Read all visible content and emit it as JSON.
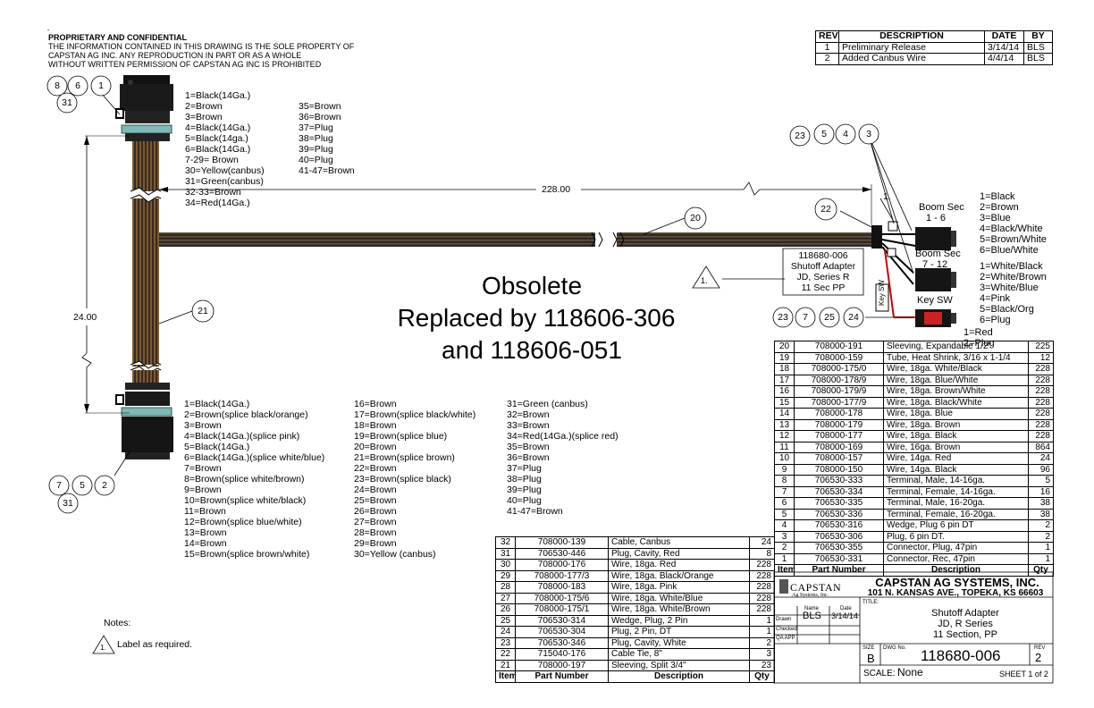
{
  "confidential": {
    "heading": "PROPRIETARY AND CONFIDENTIAL",
    "lines": [
      "THE INFORMATION CONTAINED IN THIS DRAWING IS THE SOLE PROPERTY OF",
      "CAPSTAN AG INC. ANY REPRODUCTION IN PART OR AS A WHOLE",
      "WITHOUT WRITTEN PERMISSION OF CAPSTAN AG INC IS PROHIBITED"
    ]
  },
  "revisions": {
    "headers": [
      "REV",
      "DESCRIPTION",
      "DATE",
      "BY"
    ],
    "rows": [
      [
        "1",
        "Preliminary Release",
        "3/14/14",
        "BLS"
      ],
      [
        "2",
        "Added Canbus Wire",
        "4/4/14",
        "BLS"
      ]
    ]
  },
  "top_connector_pins": {
    "col1": [
      "1=Black(14Ga.)",
      "2=Brown",
      "3=Brown",
      "4=Black(14Ga.)",
      "5=Black(14ga.)",
      "6=Black(14Ga.)",
      "7-29= Brown",
      "30=Yellow(canbus)",
      "31=Green(canbus)",
      "32-33=Brown",
      "34=Red(14Ga.)"
    ],
    "col2": [
      "35=Brown",
      "36=Brown",
      "37=Plug",
      "38=Plug",
      "39=Plug",
      "40=Plug",
      "41-47=Brown"
    ]
  },
  "bottom_connector_pins": {
    "col1": [
      "1=Black(14Ga.)",
      "2=Brown(splice black/orange)",
      "3=Brown",
      "4=Black(14Ga.)(splice pink)",
      "5=Black(14Ga.)",
      "6=Black(14Ga.)(splice white/blue)",
      "7=Brown",
      "8=Brown(splice white/brown)",
      "9=Brown",
      "10=Brown(splice white/black)",
      "11=Brown",
      "12=Brown(splice blue/white)",
      "13=Brown",
      "14=Brown",
      "15=Brown(splice brown/white)"
    ],
    "col2": [
      "16=Brown",
      "17=Brown(splice black/white)",
      "18=Brown",
      "19=Brown(splice blue)",
      "20=Brown",
      "21=Brown(splice brown)",
      "22=Brown",
      "23=Brown(splice black)",
      "24=Brown",
      "25=Brown",
      "26=Brown",
      "27=Brown",
      "28=Brown",
      "29=Brown",
      "30=Yellow (canbus)"
    ],
    "col3": [
      "31=Green (canbus)",
      "32=Brown",
      "33=Brown",
      "34=Red(14Ga.)(splice red)",
      "35=Brown",
      "36=Brown",
      "37=Plug",
      "38=Plug",
      "39=Plug",
      "40=Plug",
      "41-47=Brown"
    ]
  },
  "boom_sec_1": {
    "label": "Boom Sec",
    "range": "1 - 6",
    "pins": [
      "1=Black",
      "2=Brown",
      "3=Blue",
      "4=Black/White",
      "5=Brown/White",
      "6=Blue/White"
    ]
  },
  "boom_sec_2": {
    "label": "Boom Sec",
    "range": "7 - 12",
    "pins": [
      "1=White/Black",
      "2=White/Brown",
      "3=White/Blue",
      "4=Pink",
      "5=Black/Org",
      "6=Plug"
    ]
  },
  "key_sw": {
    "label": "Key SW",
    "vertical": "Key SW",
    "pins": [
      "1=Red",
      "2=Plug"
    ]
  },
  "dimensions": {
    "length": "228.00",
    "height": "24.00"
  },
  "balloons": {
    "top_left": [
      "8",
      "6",
      "1",
      "31"
    ],
    "bottom_left": [
      "7",
      "5",
      "2",
      "31"
    ],
    "top_right": [
      "23",
      "5",
      "4",
      "3"
    ],
    "bottom_right": [
      "23",
      "7",
      "25",
      "24"
    ],
    "b20": "20",
    "b21": "21",
    "b22": "22"
  },
  "note_flag": "1.",
  "flag_label": "1.",
  "adapter_label": [
    "118680-006",
    "Shutoff Adapter",
    "JD, Series R",
    "11 Sec PP"
  ],
  "obsolete": [
    "Obsolete",
    "Replaced by 118606-306",
    "and 118606-051"
  ],
  "notes": {
    "heading": "Notes:",
    "item": "Label as required.",
    "num": "1."
  },
  "bom_right": {
    "headers": [
      "Item",
      "Part Number",
      "Description",
      "Qty"
    ],
    "rows": [
      [
        "20",
        "708000-191",
        "Sleeving, Expandable 1/2\"",
        "225"
      ],
      [
        "19",
        "708000-159",
        "Tube, Heat Shrink, 3/16 x 1-1/4",
        "12"
      ],
      [
        "18",
        "708000-175/0",
        "Wire, 18ga. White/Black",
        "228"
      ],
      [
        "17",
        "708000-178/9",
        "Wire, 18ga. Blue/White",
        "228"
      ],
      [
        "16",
        "708000-179/9",
        "Wire, 18ga. Brown/White",
        "228"
      ],
      [
        "15",
        "708000-177/9",
        "Wire, 18ga. Black/White",
        "228"
      ],
      [
        "14",
        "708000-178",
        "Wire, 18ga. Blue",
        "228"
      ],
      [
        "13",
        "708000-179",
        "Wire, 18ga. Brown",
        "228"
      ],
      [
        "12",
        "708000-177",
        "Wire, 18ga. Black",
        "228"
      ],
      [
        "11",
        "708000-169",
        "Wire, 16ga. Brown",
        "864"
      ],
      [
        "10",
        "708000-157",
        "Wire, 14ga. Red",
        "24"
      ],
      [
        "9",
        "708000-150",
        "Wire, 14ga. Black",
        "96"
      ],
      [
        "8",
        "706530-333",
        "Terminal, Male, 14-16ga.",
        "5"
      ],
      [
        "7",
        "706530-334",
        "Terminal, Female, 14-16ga.",
        "16"
      ],
      [
        "6",
        "706530-335",
        "Terminal, Male, 16-20ga.",
        "38"
      ],
      [
        "5",
        "706530-336",
        "Terminal, Female, 16-20ga.",
        "38"
      ],
      [
        "4",
        "706530-316",
        "Wedge, Plug 6 pin DT",
        "2"
      ],
      [
        "3",
        "706530-306",
        "Plug, 6 pin DT.",
        "2"
      ],
      [
        "2",
        "706530-355",
        "Connector, Plug, 47pin",
        "1"
      ],
      [
        "1",
        "706530-331",
        "Connector, Rec, 47pin",
        "1"
      ]
    ]
  },
  "bom_left": {
    "headers": [
      "Item",
      "Part Number",
      "Description",
      "Qty"
    ],
    "rows": [
      [
        "32",
        "708000-139",
        "Cable, Canbus",
        "24"
      ],
      [
        "31",
        "706530-446",
        "Plug, Cavity, Red",
        "8"
      ],
      [
        "30",
        "708000-176",
        "Wire, 18ga. Red",
        "228"
      ],
      [
        "29",
        "708000-177/3",
        "Wire, 18ga. Black/Orange",
        "228"
      ],
      [
        "28",
        "708000-183",
        "Wire, 18ga. Pink",
        "228"
      ],
      [
        "27",
        "708000-175/6",
        "Wire, 18ga. White/Blue",
        "228"
      ],
      [
        "26",
        "708000-175/1",
        "Wire, 18ga. White/Brown",
        "228"
      ],
      [
        "25",
        "706530-314",
        "Wedge, Plug, 2 Pin",
        "1"
      ],
      [
        "24",
        "706530-304",
        "Plug, 2 Pin, DT",
        "1"
      ],
      [
        "23",
        "706530-346",
        "Plug, Cavity, White",
        "2"
      ],
      [
        "22",
        "715040-176",
        "Cable Tie, 8\"",
        "3"
      ],
      [
        "21",
        "708000-197",
        "Sleeving, Split 3/4\"",
        "23"
      ]
    ]
  },
  "title_block": {
    "logo": "CAPSTAN",
    "logo_sub": "Ag Systems, Inc.",
    "company": "CAPSTAN AG SYSTEMS, INC.",
    "address": "101 N. KANSAS AVE., TOPEKA, KS 66603",
    "name_hdr": "Name",
    "date_hdr": "Date",
    "drawn_lbl": "Drawn",
    "drawn_name": "BLS",
    "drawn_date": "3/14/14",
    "checked_lbl": "Checked",
    "qa_lbl": "QA APP",
    "title_lbl": "TITLE:",
    "title": [
      "Shutoff Adapter",
      "JD, R Series",
      "11 Section, PP"
    ],
    "size_lbl": "SIZE",
    "size": "B",
    "dwg_lbl": "DWG No.",
    "dwg_no": "118680-006",
    "rev_lbl": "REV",
    "rev": "2",
    "scale_lbl": "SCALE:",
    "scale": "None",
    "sheet": "SHEET 1 of 2"
  }
}
